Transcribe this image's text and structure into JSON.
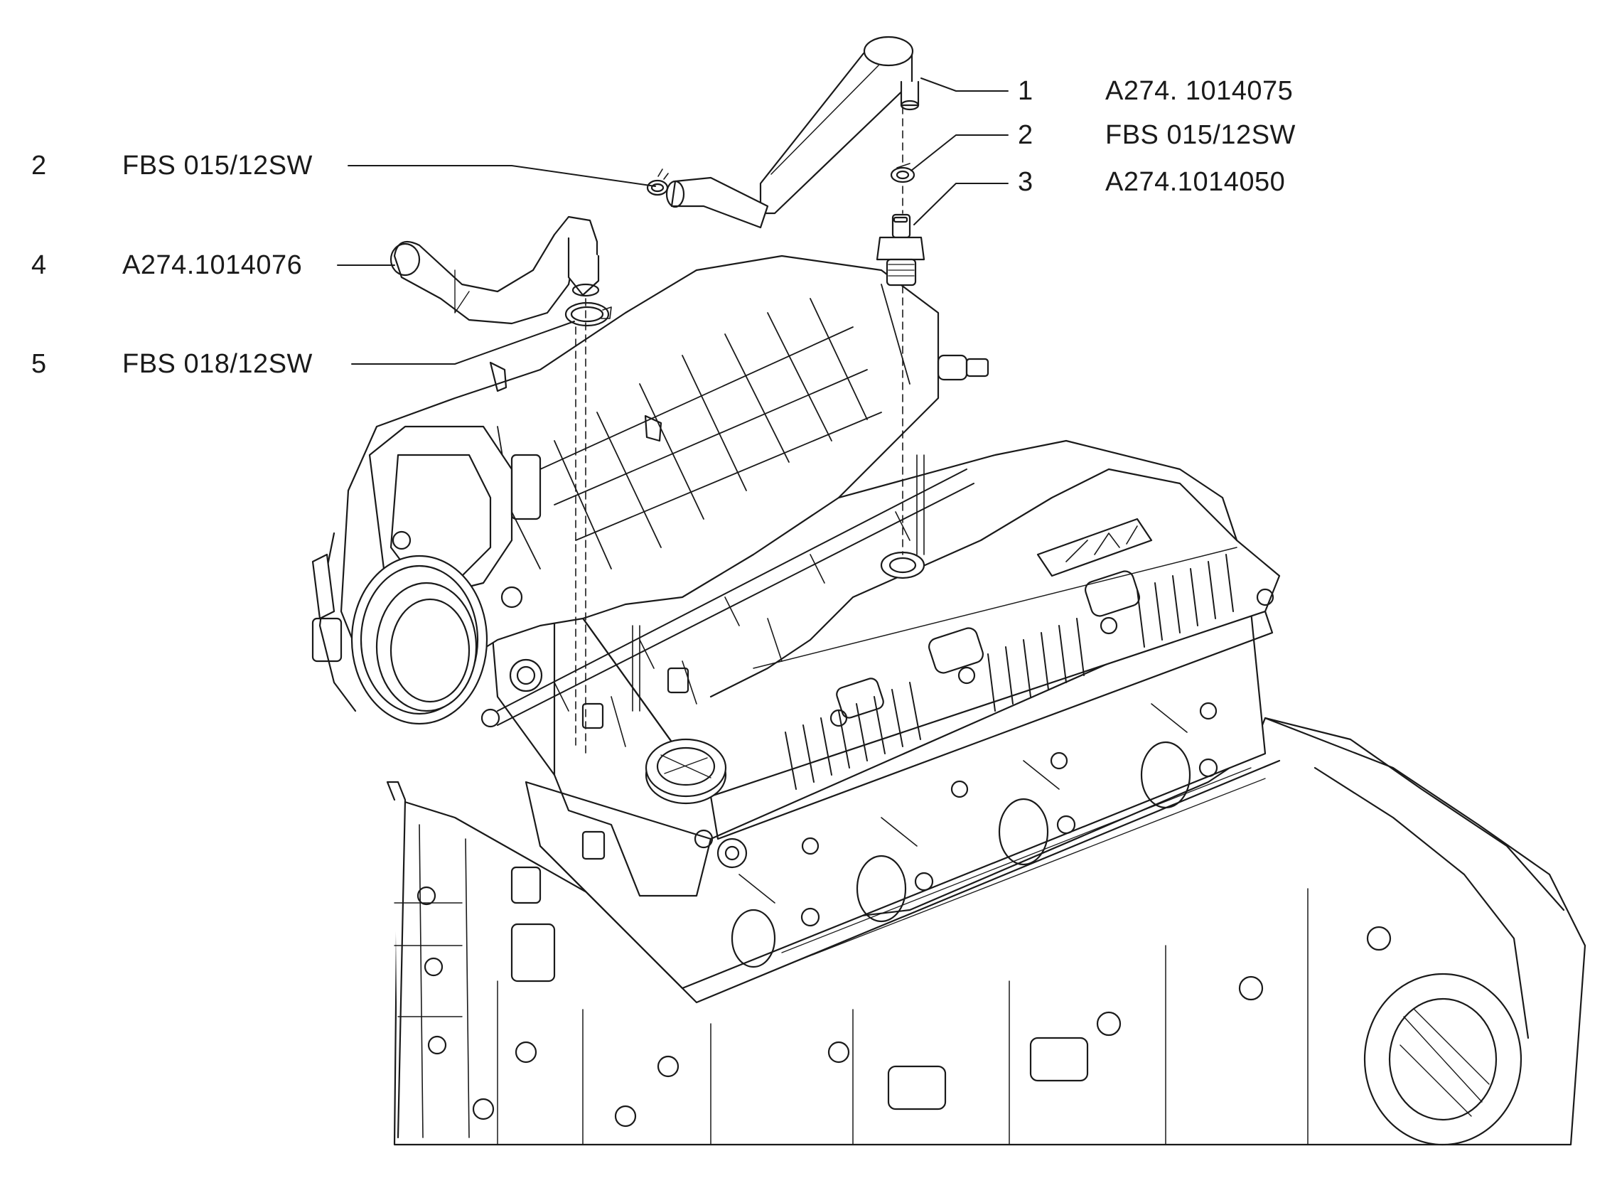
{
  "callouts": [
    {
      "number": "1",
      "part": "A274. 1014075"
    },
    {
      "number": "2",
      "part": "FBS 015/12SW"
    },
    {
      "number": "3",
      "part": "A274.1014050"
    },
    {
      "number": "2",
      "part": "FBS 015/12SW"
    },
    {
      "number": "4",
      "part": "A274.1014076"
    },
    {
      "number": "5",
      "part": "FBS 018/12SW"
    }
  ],
  "colors": {
    "line": "#1a1a1a",
    "fill": "#ffffff",
    "shade": "#e6e6e6"
  }
}
